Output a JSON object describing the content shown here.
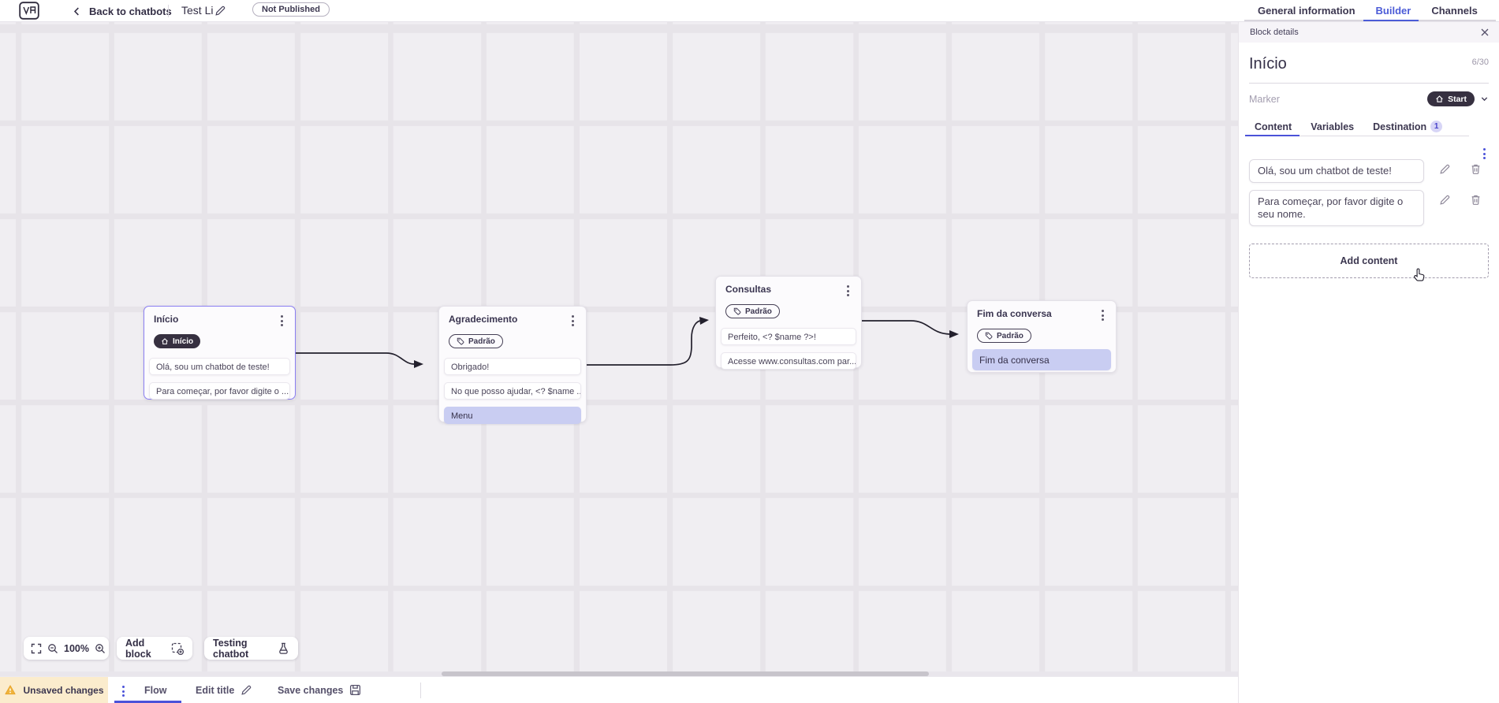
{
  "topbar": {
    "back_label": "Back to chatbots",
    "title": "Test Li",
    "status": "Not Published",
    "tabs": [
      {
        "label": "General information"
      },
      {
        "label": "Builder"
      },
      {
        "label": "Channels"
      }
    ]
  },
  "panel": {
    "header": "Block details",
    "name": "Início",
    "counter": "6/30",
    "marker_label": "Marker",
    "marker_value": "Start",
    "tabs": [
      {
        "label": "Content"
      },
      {
        "label": "Variables"
      },
      {
        "label": "Destination",
        "badge": "1"
      }
    ],
    "contents": [
      {
        "text": "Olá, sou um chatbot de teste!"
      },
      {
        "text": "Para começar, por favor digite o seu nome."
      }
    ],
    "add_content": "Add content"
  },
  "canvas": {
    "nodes": [
      {
        "title": "Início",
        "badge": "Início",
        "cards": [
          "Olá, sou um chatbot de teste!",
          "Para começar, por favor digite o ..."
        ]
      },
      {
        "title": "Agradecimento",
        "badge": "Padrão",
        "cards": [
          "Obrigado!",
          "No que posso ajudar, <? $name ...",
          "Menu"
        ]
      },
      {
        "title": "Consultas",
        "badge": "Padrão",
        "cards": [
          "Perfeito, <? $name ?>!",
          "Acesse www.consultas.com par..."
        ]
      },
      {
        "title": "Fim da conversa",
        "badge": "Padrão",
        "cards": [
          "Fim da conversa"
        ]
      }
    ],
    "controls": {
      "zoom": "100%",
      "add_block": "Add block",
      "testing": "Testing chatbot"
    }
  },
  "bottombar": {
    "unsaved": "Unsaved changes",
    "flow": "Flow",
    "edit_title": "Edit title",
    "save": "Save changes"
  },
  "colors": {
    "accent_blue": "#4b52d9",
    "builder_blue": "#4b5bd7",
    "selected_purple": "#8b7ff2",
    "dark_pill": "#363040",
    "lavender_card": "#c9cdf2",
    "unsaved_bg": "#fbeccd",
    "warning_icon": "#f0b43c",
    "edge_color": "#23202d"
  }
}
